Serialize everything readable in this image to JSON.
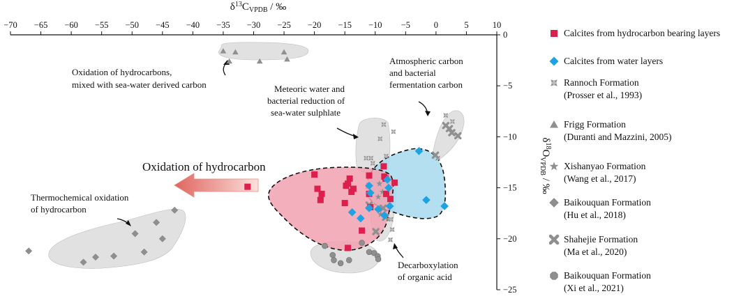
{
  "chart_data": {
    "type": "scatter",
    "title": "",
    "xlabel": {
      "main": "δ",
      "sup": "13",
      "mid": "C",
      "sub": "VPDB",
      "end": " / ‰"
    },
    "ylabel": {
      "main": "δ",
      "sup": "18",
      "mid": "O",
      "sub": "VPDB",
      "end": " / ‰"
    },
    "xlim": [
      -70,
      10
    ],
    "ylim": [
      -25,
      0
    ],
    "x_axis_position": "top",
    "y_axis_position": "right",
    "grid": false,
    "legend_position": "right",
    "x_ticks": [
      -70,
      -65,
      -60,
      -55,
      -50,
      -45,
      -40,
      -35,
      -30,
      -25,
      -20,
      -15,
      -10,
      -5,
      0,
      5,
      10
    ],
    "y_ticks": [
      0,
      -5,
      -10,
      -15,
      -20,
      -25
    ],
    "x_tick_labels": [
      "−70",
      "−65",
      "−60",
      "−55",
      "−50",
      "−45",
      "−40",
      "−35",
      "−30",
      "−25",
      "−20",
      "−15",
      "−10",
      "−5",
      "0",
      "5",
      "10"
    ],
    "y_tick_labels": [
      "0",
      "−5",
      "−10",
      "−15",
      "−20",
      "−25"
    ],
    "colors": {
      "red_marker": "#dc1f4c",
      "blue_marker": "#1ea2e2",
      "gray_marker": "#8f8f8f",
      "red_field": "#f1a2b0",
      "blue_field": "#a7d9ef",
      "gray_field": "#d9d9d9",
      "arrow_dark": "#e0655f",
      "arrow_light": "#fbe0dc"
    },
    "series": [
      {
        "name": "Calcites from hydrocarbon bearing layers",
        "marker": "square",
        "color": "#dc1f4c",
        "points": [
          [
            -31,
            -14.9
          ],
          [
            -20,
            -13.7
          ],
          [
            -19.5,
            -15.1
          ],
          [
            -19,
            -16.2
          ],
          [
            -18.8,
            -15.6
          ],
          [
            -14.8,
            -14.8
          ],
          [
            -14.5,
            -14.6
          ],
          [
            -14.2,
            -14.1
          ],
          [
            -13.9,
            -15.4
          ],
          [
            -13.6,
            -15.1
          ],
          [
            -15,
            -16.5
          ],
          [
            -11,
            -13.8
          ],
          [
            -11,
            -15.6
          ],
          [
            -10.8,
            -16.9
          ],
          [
            -12.2,
            -19.2
          ],
          [
            -14.5,
            -20.9
          ],
          [
            -8.5,
            -13.9
          ],
          [
            -8.2,
            -15.6
          ],
          [
            -8.3,
            -14.1
          ],
          [
            -7.5,
            -16.1
          ],
          [
            -6.8,
            -14.5
          ],
          [
            -8.6,
            -12.9
          ]
        ]
      },
      {
        "name": "Calcites from water layers",
        "marker": "diamond",
        "color": "#1ea2e2",
        "points": [
          [
            -2.8,
            -11.4
          ],
          [
            -1.6,
            -16.2
          ],
          [
            1.4,
            -16.8
          ],
          [
            -11,
            -14.8
          ],
          [
            -10.8,
            -15.5
          ],
          [
            -11,
            -17
          ],
          [
            -13.8,
            -17.4
          ],
          [
            -9.5,
            -17.1
          ],
          [
            -8,
            -14.2
          ],
          [
            -7.8,
            -15
          ],
          [
            -7.6,
            -16.8
          ],
          [
            -8.5,
            -17.7
          ],
          [
            -12.4,
            -18
          ]
        ]
      },
      {
        "name": "Rannoch Formation",
        "citation": "(Prosser et al., 1993)",
        "marker": "star4",
        "color": "#8f8f8f",
        "points": [
          [
            -11.5,
            -12.1
          ],
          [
            -10.7,
            -12.1
          ],
          [
            -10.4,
            -12.6
          ],
          [
            -9.2,
            -10.2
          ],
          [
            -8.6,
            -8.8
          ],
          [
            -8.2,
            -11.9
          ],
          [
            -7,
            -9.5
          ],
          [
            1.6,
            -7.9
          ],
          [
            2.7,
            -8.5
          ],
          [
            0.3,
            -12.1
          ],
          [
            -7.4,
            -18.1
          ],
          [
            -7.2,
            -19.1
          ],
          [
            -7.5,
            -20.1
          ]
        ]
      },
      {
        "name": "Frigg Formation",
        "citation": "(Duranti and Mazzini, 2005)",
        "marker": "triangle",
        "color": "#8f8f8f",
        "points": [
          [
            -35,
            -1.6
          ],
          [
            -34,
            -2.6
          ],
          [
            -33,
            -1.7
          ],
          [
            -29,
            -2.6
          ],
          [
            -25,
            -1.7
          ],
          [
            -24.5,
            -2.4
          ]
        ]
      },
      {
        "name": "Xishanyao Formation",
        "citation": "(Wang et al., 2017)",
        "marker": "star5",
        "color": "#8f8f8f",
        "points": [
          [
            -9.3,
            -14.6
          ],
          [
            -8.8,
            -15.4
          ],
          [
            -9.5,
            -15.9
          ],
          [
            -9.1,
            -17.6
          ]
        ]
      },
      {
        "name": "Baikouquan Formation",
        "citation": "(Hu et al., 2018)",
        "marker": "diamond",
        "color": "#8f8f8f",
        "points": [
          [
            -43,
            -17.2
          ],
          [
            -45,
            -20
          ],
          [
            -46,
            -18.4
          ],
          [
            -48,
            -21.3
          ],
          [
            -49.5,
            -19.5
          ],
          [
            -53,
            -21.7
          ],
          [
            -56,
            -21.8
          ],
          [
            -58,
            -22.3
          ],
          [
            -67,
            -21.2
          ]
        ]
      },
      {
        "name": "Shahejie Formation",
        "citation": "(Ma et al., 2020)",
        "marker": "cross",
        "color": "#8f8f8f",
        "points": [
          [
            1.6,
            -8.9
          ],
          [
            2.2,
            -9.2
          ],
          [
            2.6,
            -9.6
          ],
          [
            3.6,
            -9.9
          ],
          [
            -0.1,
            -11.8
          ],
          [
            -11,
            -16.7
          ],
          [
            -8.7,
            -17
          ],
          [
            -8.3,
            -17.9
          ],
          [
            -9.9,
            -19.3
          ]
        ]
      },
      {
        "name": "Baikouquan Formation",
        "citation": "(Xi et al., 2021)",
        "marker": "octagon",
        "color": "#8f8f8f",
        "points": [
          [
            -18.3,
            -20.7
          ],
          [
            -17,
            -21.6
          ],
          [
            -16.8,
            -22.1
          ],
          [
            -15.7,
            -22.4
          ],
          [
            -14.3,
            -22.1
          ],
          [
            -12.2,
            -20.4
          ],
          [
            -11,
            -21.3
          ],
          [
            -10.2,
            -21.4
          ],
          [
            -9.6,
            -21.7
          ],
          [
            -9.5,
            -22
          ]
        ]
      }
    ],
    "annotations": {
      "oxidation_hydrocarbon": "Oxidation of hydrocarbon",
      "oxidation_mixed_line1": "Oxidation of  hydrocarbons,",
      "oxidation_mixed_line2": "mixed with sea-water derived carbon",
      "meteoric_line1": "Meteoric water and",
      "meteoric_line2": "bacterial reduction of",
      "meteoric_line3": "sea-water sulphlate",
      "atmospheric_line1": "Atmospheric carbon",
      "atmospheric_line2": "and bacterial",
      "atmospheric_line3": "fermentation carbon",
      "thermo_line1": "Thermochemical oxidation",
      "thermo_line2": "of hydrocarbon",
      "decarbox_line1": "Decarboxylation",
      "decarbox_line2": "of organic acid"
    }
  }
}
